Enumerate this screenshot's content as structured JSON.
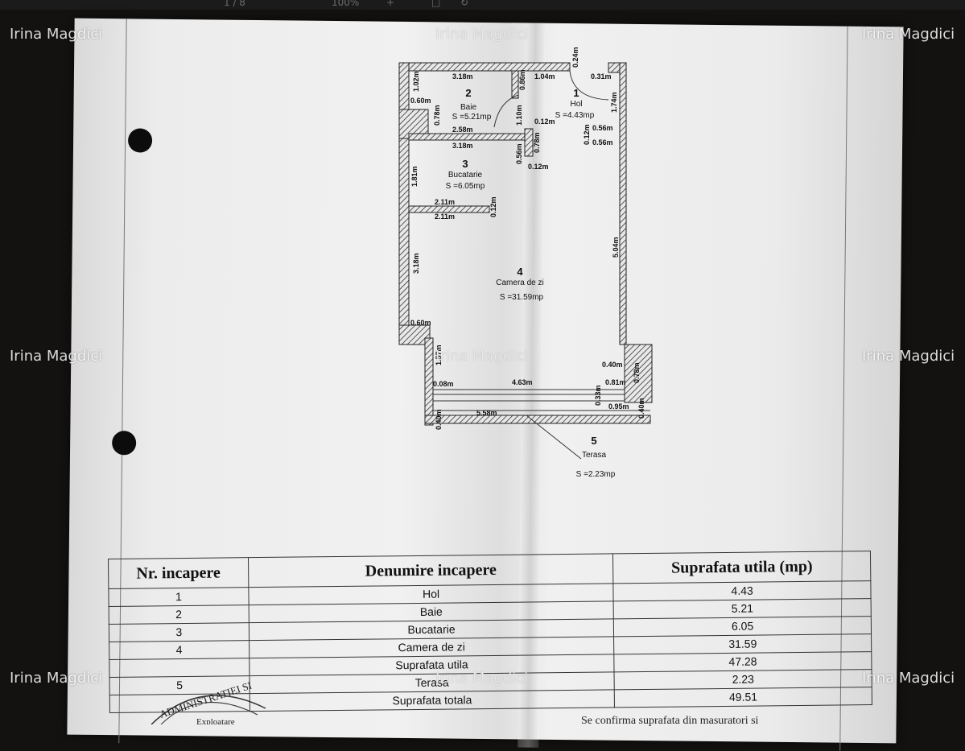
{
  "viewer": {
    "page_indicator": "1 / 8",
    "zoom": "100%",
    "toolbar_plus": "+"
  },
  "watermark": "Irina Magdici",
  "plan": {
    "rooms": [
      {
        "number": "1",
        "name": "Hol",
        "area": "S =4.43mp"
      },
      {
        "number": "2",
        "name": "Baie",
        "area": "S =5.21mp"
      },
      {
        "number": "3",
        "name": "Bucatarie",
        "area": "S =6.05mp"
      },
      {
        "number": "4",
        "name": "Camera de zi",
        "area": "S =31.59mp"
      },
      {
        "number": "5",
        "name": "Terasa",
        "area": "S =2.23mp"
      }
    ],
    "dimensions": [
      "3.18m",
      "1.04m",
      "0.24m",
      "0.31m",
      "1.02m",
      "0.60m",
      "0.86m",
      "1.74m",
      "0.78m",
      "2.58m",
      "1.10m",
      "0.12m",
      "0.56m",
      "0.56m",
      "0.12m",
      "3.18m",
      "0.56m",
      "0.78m",
      "0.12m",
      "1.81m",
      "2.11m",
      "2.11m",
      "0.12m",
      "5.04m",
      "3.18m",
      "0.60m",
      "1.57m",
      "0.40m",
      "0.78m",
      "0.08m",
      "4.63m",
      "0.81m",
      "0.33m",
      "0.95m",
      "0.40m",
      "0.40m",
      "5.58m"
    ]
  },
  "table": {
    "headers": [
      "Nr. incapere",
      "Denumire incapere",
      "Suprafata utila (mp)"
    ],
    "rows": [
      {
        "nr": "1",
        "name": "Hol",
        "area": "4.43"
      },
      {
        "nr": "2",
        "name": "Baie",
        "area": "5.21"
      },
      {
        "nr": "3",
        "name": "Bucatarie",
        "area": "6.05"
      },
      {
        "nr": "4",
        "name": "Camera de zi",
        "area": "31.59"
      },
      {
        "nr": "",
        "name": "Suprafata utila",
        "area": "47.28"
      },
      {
        "nr": "5",
        "name": "Terasa",
        "area": "2.23"
      },
      {
        "nr": "",
        "name": "Suprafata totala",
        "area": "49.51"
      }
    ]
  },
  "stamp_text": "ADMINISTRATIEI SI",
  "stamp_text2": "Exploatare",
  "confirmation_note": "Se confirma suprafata din masuratori si"
}
